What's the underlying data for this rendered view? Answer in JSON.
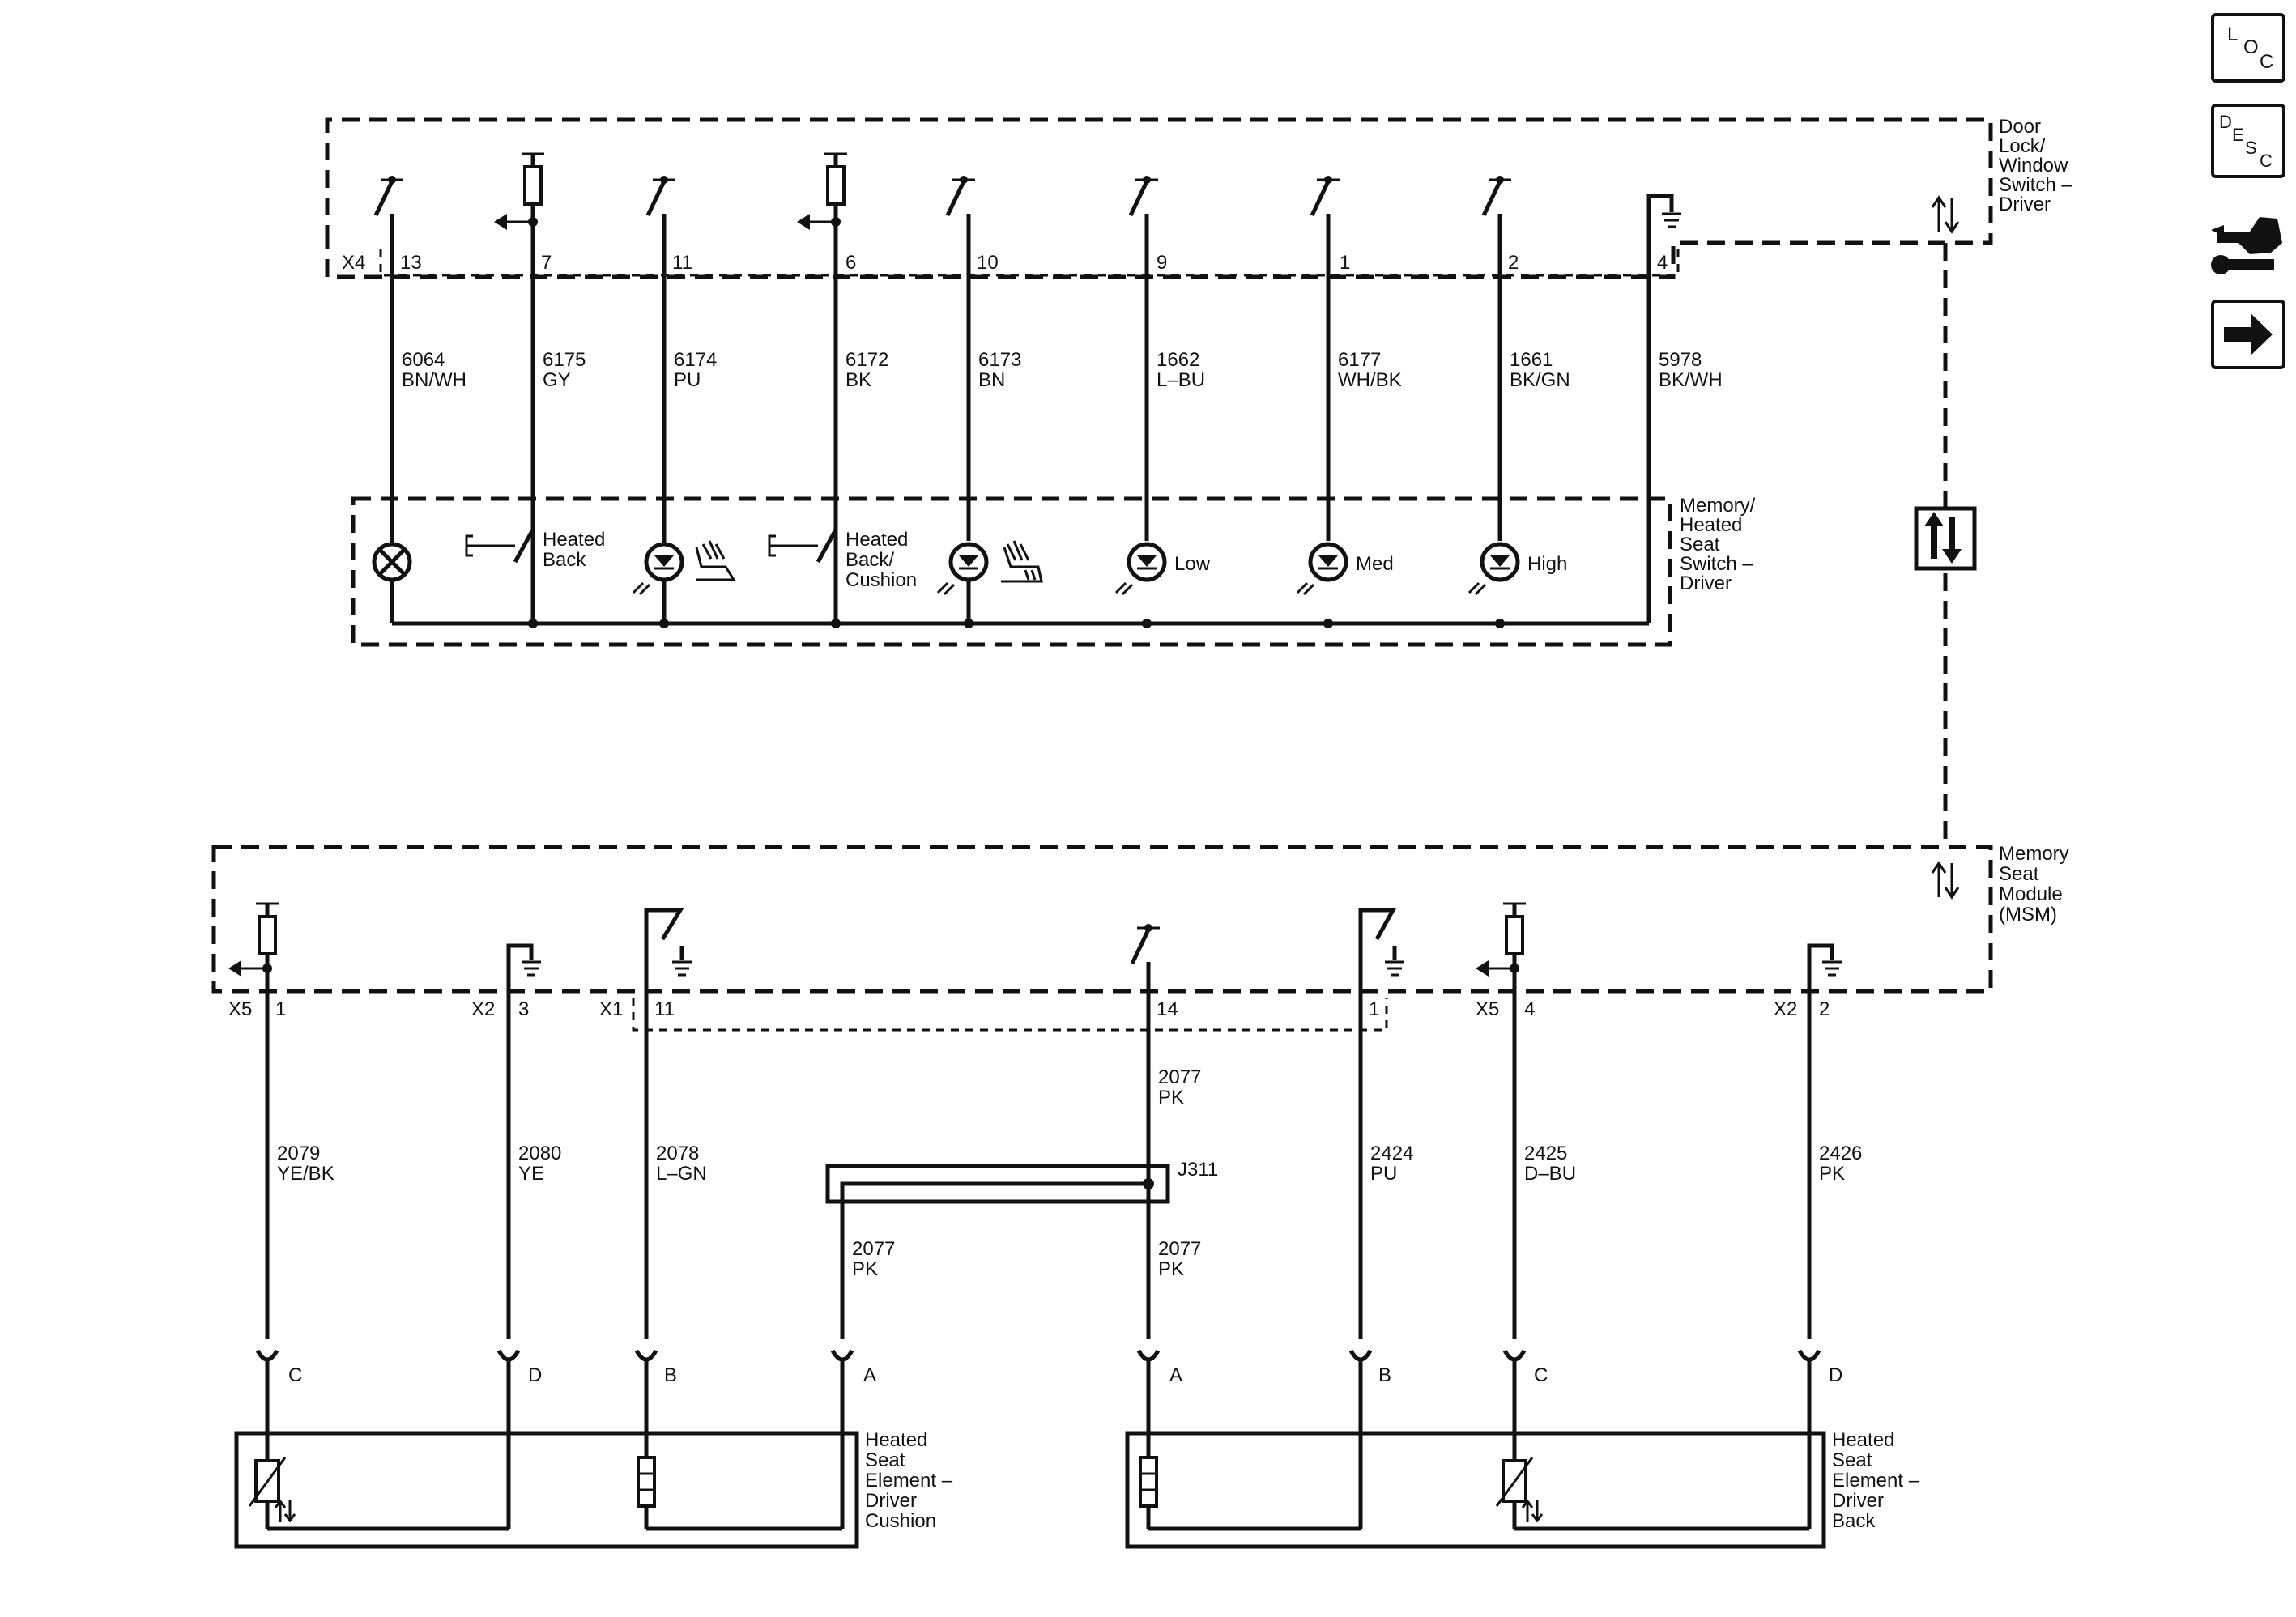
{
  "colors": {
    "line": "#111111",
    "background": "#ffffff"
  },
  "nav": {
    "loc": [
      "L",
      "O",
      "C"
    ],
    "desc": [
      "D",
      "E",
      "S",
      "C"
    ],
    "icons": [
      "loc-icon",
      "desc-icon",
      "connector-tool-icon",
      "next-arrow-icon"
    ]
  },
  "door_switch": {
    "name": [
      "Door",
      "Lock/",
      "Window",
      "Switch –",
      "Driver"
    ],
    "connector": "X4",
    "pins": [
      "13",
      "7",
      "11",
      "6",
      "10",
      "9",
      "1",
      "2",
      "4"
    ]
  },
  "upper_wires": [
    {
      "circuit": "6064",
      "color": "BN/WH"
    },
    {
      "circuit": "6175",
      "color": "GY"
    },
    {
      "circuit": "6174",
      "color": "PU"
    },
    {
      "circuit": "6172",
      "color": "BK"
    },
    {
      "circuit": "6173",
      "color": "BN"
    },
    {
      "circuit": "1662",
      "color": "L–BU"
    },
    {
      "circuit": "6177",
      "color": "WH/BK"
    },
    {
      "circuit": "1661",
      "color": "BK/GN"
    },
    {
      "circuit": "5978",
      "color": "BK/WH"
    }
  ],
  "memory_switch": {
    "name": [
      "Memory/",
      "Heated",
      "Seat",
      "Switch –",
      "Driver"
    ],
    "heated_back": [
      "Heated",
      "Back"
    ],
    "heated_back_cushion": [
      "Heated",
      "Back/",
      "Cushion"
    ],
    "low": "Low",
    "med": "Med",
    "high": "High"
  },
  "msm": {
    "name": [
      "Memory",
      "Seat",
      "Module",
      "(MSM)"
    ],
    "pins": [
      {
        "connector": "X5",
        "pin": "1"
      },
      {
        "connector": "X2",
        "pin": "3"
      },
      {
        "connector": "X1",
        "pin": "11"
      },
      {
        "connector": "",
        "pin": "14"
      },
      {
        "connector": "",
        "pin": "1"
      },
      {
        "connector": "X5",
        "pin": "4"
      },
      {
        "connector": "X2",
        "pin": "2"
      }
    ]
  },
  "lower_wires": [
    {
      "circuit": "2079",
      "color": "YE/BK"
    },
    {
      "circuit": "2080",
      "color": "YE"
    },
    {
      "circuit": "2078",
      "color": "L–GN"
    },
    {
      "circuit": "2077",
      "color": "PK"
    },
    {
      "circuit": "2424",
      "color": "PU"
    },
    {
      "circuit": "2425",
      "color": "D–BU"
    },
    {
      "circuit": "2426",
      "color": "PK"
    }
  ],
  "splice": {
    "name": "J311",
    "wire_left": {
      "circuit": "2077",
      "color": "PK"
    },
    "wire_right": {
      "circuit": "2077",
      "color": "PK"
    }
  },
  "cushion_element": {
    "name": [
      "Heated",
      "Seat",
      "Element –",
      "Driver",
      "Cushion"
    ],
    "terminals": [
      "C",
      "D",
      "B",
      "A"
    ]
  },
  "back_element": {
    "name": [
      "Heated",
      "Seat",
      "Element –",
      "Driver",
      "Back"
    ],
    "terminals": [
      "A",
      "B",
      "C",
      "D"
    ]
  }
}
